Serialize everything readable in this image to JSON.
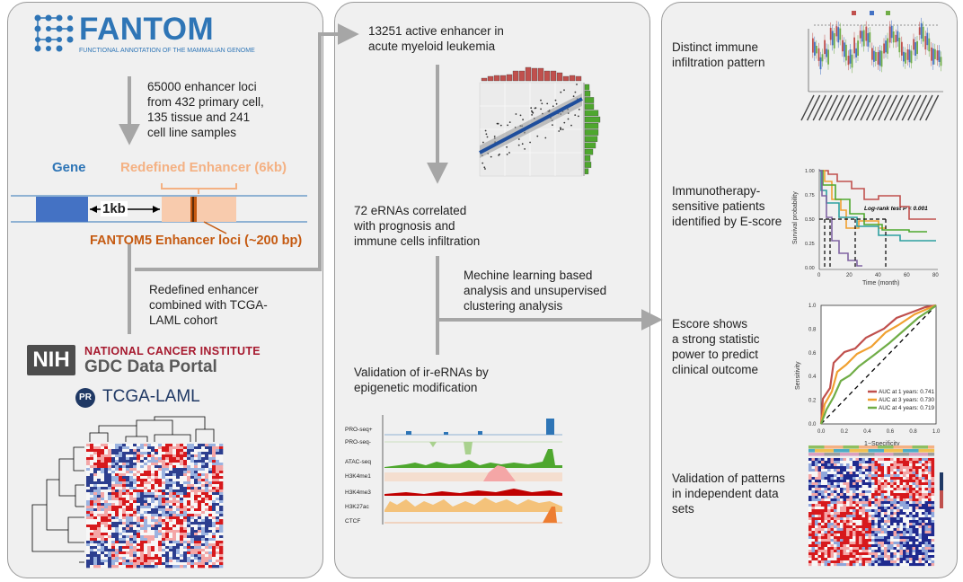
{
  "left": {
    "logo_name": "FANTOM",
    "logo_tagline": "FUNCTIONAL ANNOTATION OF THE MAMMALIAN GENOME",
    "loci_text": "65000 enhancer loci\nfrom 432 primary cell,\n135 tissue and 241\ncell line samples",
    "gene_label": "Gene",
    "enhancer_label": "Redefined Enhancer (6kb)",
    "distance_label": "1kb",
    "loci_label": "FANTOM5 Enhancer loci (~200 bp)",
    "combined_text": "Redefined enhancer\ncombined with TCGA-\nLAML cohort",
    "nih_badge": "NIH",
    "nci_name": "NATIONAL CANCER INSTITUTE",
    "gdc_name": "GDC Data Portal",
    "pr_badge": "PR",
    "tcga_label": "TCGA-LAML"
  },
  "middle": {
    "active_text": "13251 active enhancer in\nacute myeloid leukemia",
    "erna_text": "72 eRNAs correlated\nwith prognosis and\nimmune cells infiltration",
    "ml_text": "Mechine learning based\nanalysis and unsupervised\nclustering analysis",
    "validation_text": "Validation of ir-eRNAs by\nepigenetic modification",
    "tracks": [
      "PRO-seq+",
      "PRO-seq-",
      "ATAC-seq",
      "H3K4me1",
      "H3K4me3",
      "H3K27ac",
      "CTCF"
    ]
  },
  "right": {
    "immune_text": "Distinct immune\ninfiltration pattern",
    "immuno_text": "Immunotherapy-\nsensitive patients\nidentified by E-score",
    "km_pvalue": "Log-rank test P < 0.001",
    "km_ylabel": "Survival probability",
    "km_xlabel": "Time (month)",
    "km_xticks": [
      "0",
      "20",
      "40",
      "60",
      "80"
    ],
    "km_yticks": [
      "1.00",
      "0.75",
      "0.50",
      "0.25",
      "0.00"
    ],
    "escore_text": "Escore shows\na strong statistic\npower to predict\nclinical outcome",
    "roc_xlabel": "1−Specificity",
    "roc_ylabel": "Sensitivity",
    "roc_ticks": [
      "0.0",
      "0.2",
      "0.4",
      "0.6",
      "0.8",
      "1.0"
    ],
    "roc_legend": [
      "AUC at 1 years: 0.741",
      "AUC at 3 years: 0.730",
      "AUC at 4 years: 0.719"
    ],
    "roc_colors": [
      "#c0504d",
      "#f0a030",
      "#70ad47"
    ],
    "patterns_text": "Validation of patterns\nin independent data\nsets"
  },
  "colors": {
    "gene_blue": "#4472c4",
    "enhancer_peach": "#f4b183",
    "loci_orange": "#c55a11",
    "arrow_gray": "#a6a6a6",
    "nci_red": "#a6192e",
    "fantom_blue": "#2e75b6"
  }
}
